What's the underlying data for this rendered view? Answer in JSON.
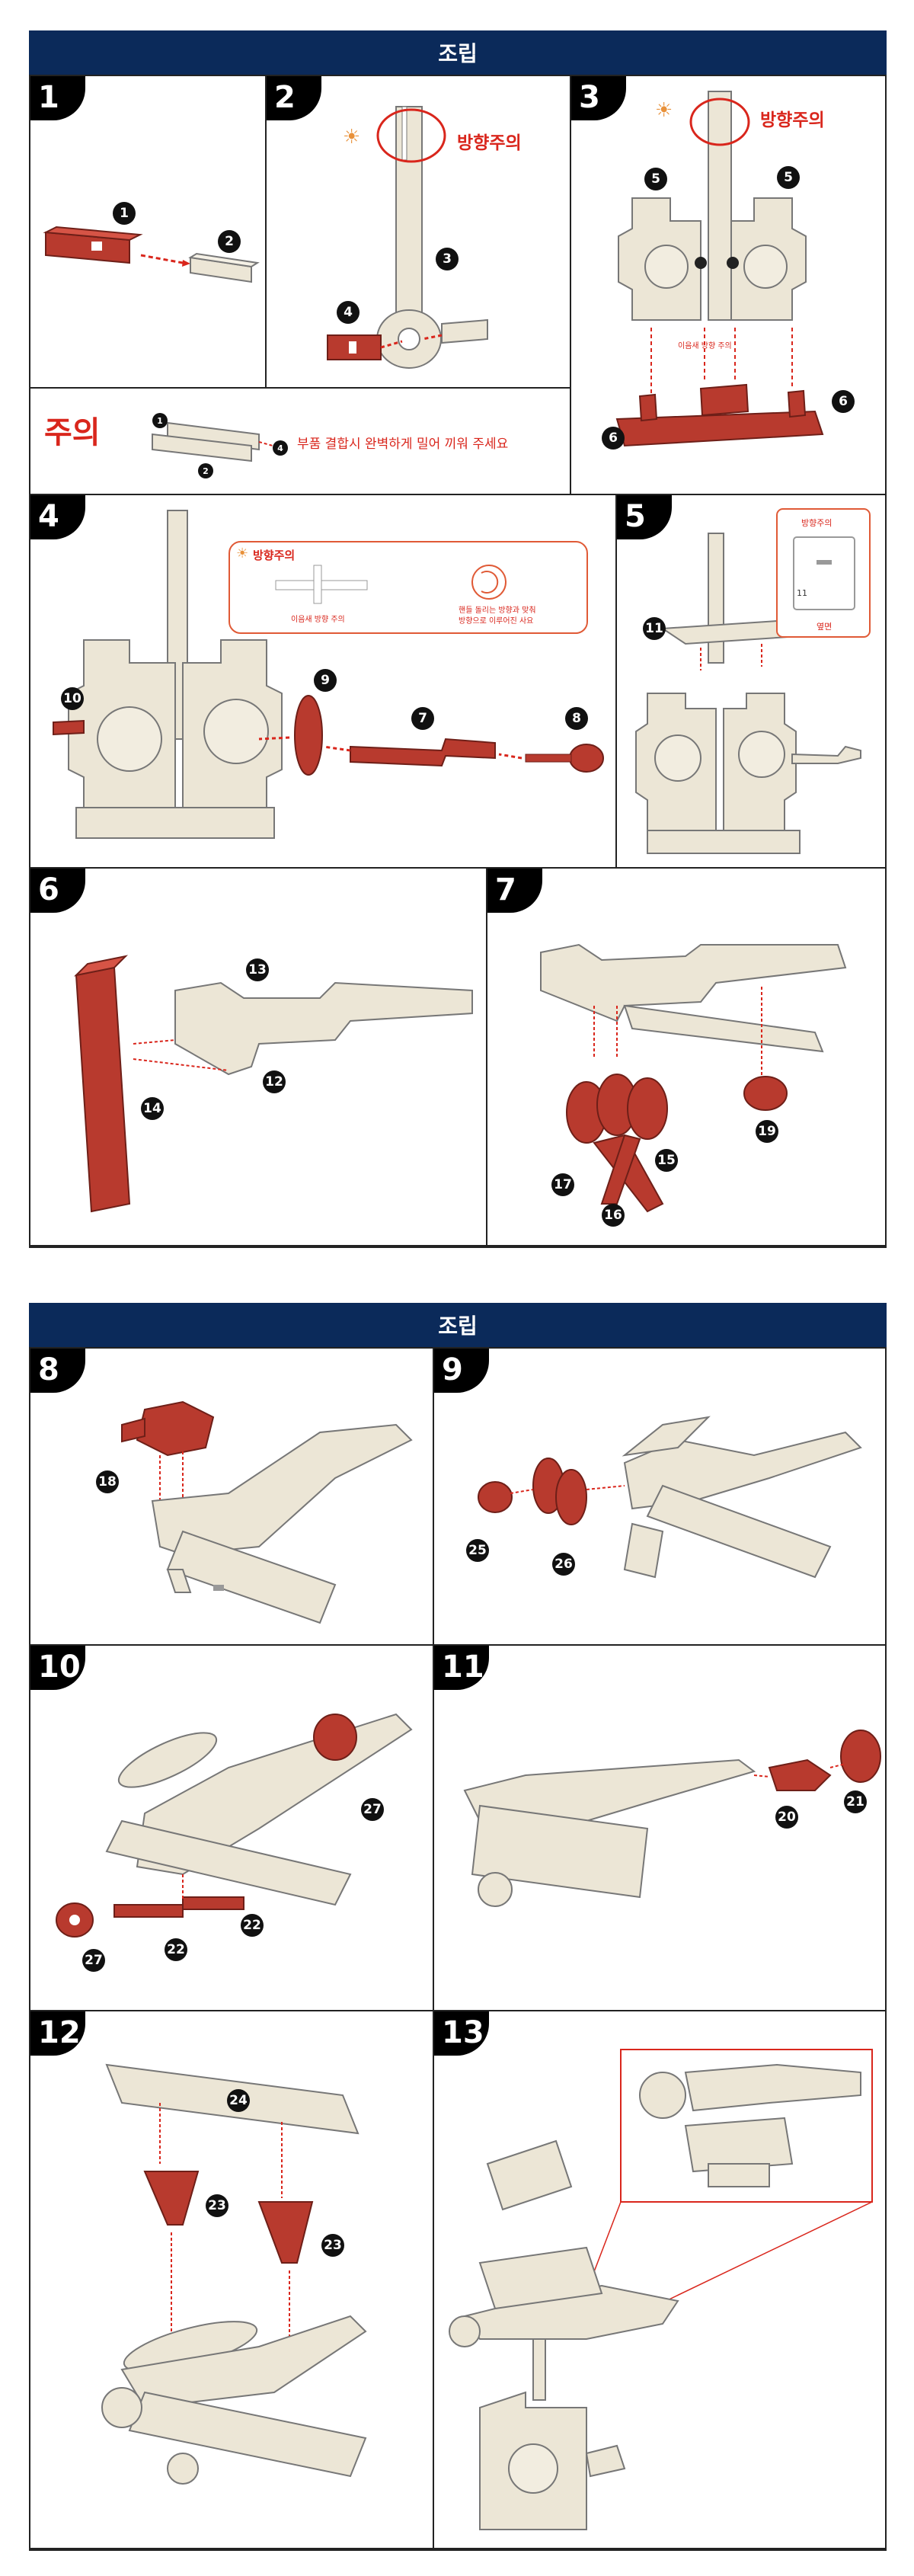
{
  "header1": {
    "title": "조립"
  },
  "header2": {
    "title": "조립"
  },
  "steps": {
    "s1": "1",
    "s2": "2",
    "s3": "3",
    "s4": "4",
    "s5": "5",
    "s6": "6",
    "s7": "7",
    "s8": "8",
    "s9": "9",
    "s10": "10",
    "s11": "11",
    "s12": "12",
    "s13": "13"
  },
  "warnings": {
    "direction": "방향주의",
    "caution": "주의",
    "caution_message": "부품 결합시 완벽하게 밀어 끼워 주세요",
    "mount_direction": "이음새 방향 주의",
    "rotate_note_1": "핸들 돌리는 방향과 맞춰",
    "rotate_note_2": "방향으로 이루어진 사요",
    "side_label": "옆면",
    "part_11": "11"
  },
  "colors": {
    "header": "#0b2a5a",
    "wood": "#ece6d6",
    "red_part": "#b83a2e",
    "warning": "#d9261c"
  },
  "icons": [
    "lightbulb-icon",
    "rotate-arrow-icon"
  ]
}
